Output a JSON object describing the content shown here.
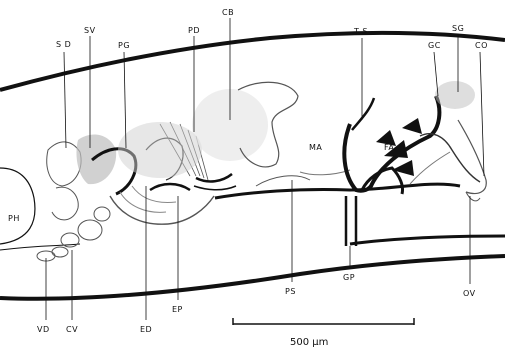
{
  "labels": {
    "SD": "S D",
    "SV": "SV",
    "PG": "PG",
    "PD": "PD",
    "CB": "CB",
    "TS": "T S",
    "SG": "SG",
    "GC": "GC",
    "CO": "CO",
    "PH": "PH",
    "MA": "MA",
    "FA": "FA",
    "VD": "VD",
    "CV": "CV",
    "ED": "ED",
    "EP": "EP",
    "PS": "PS",
    "GP": "GP",
    "OV": "OV"
  },
  "scale_bar": {
    "label": "500 μm"
  },
  "colors": {
    "ink": "#111111",
    "tissue": "#9a9a9a",
    "background": "#ffffff"
  }
}
